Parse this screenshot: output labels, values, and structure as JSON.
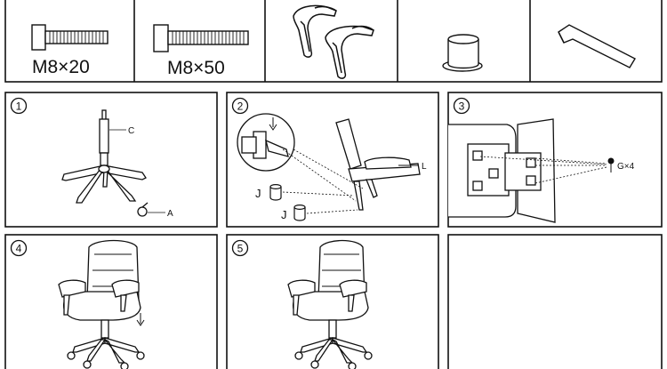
{
  "parts": [
    {
      "label": "M8×20"
    },
    {
      "label": "M8×50"
    },
    {
      "label": ""
    },
    {
      "label": ""
    },
    {
      "label": ""
    }
  ],
  "steps": [
    {
      "number": "1",
      "labels": [
        "C",
        "A"
      ]
    },
    {
      "number": "2",
      "labels": [
        "L",
        "J",
        "J"
      ]
    },
    {
      "number": "3",
      "labels": [
        "G×4"
      ]
    },
    {
      "number": "4",
      "labels": []
    },
    {
      "number": "5",
      "labels": []
    },
    {
      "number": "",
      "labels": []
    }
  ]
}
